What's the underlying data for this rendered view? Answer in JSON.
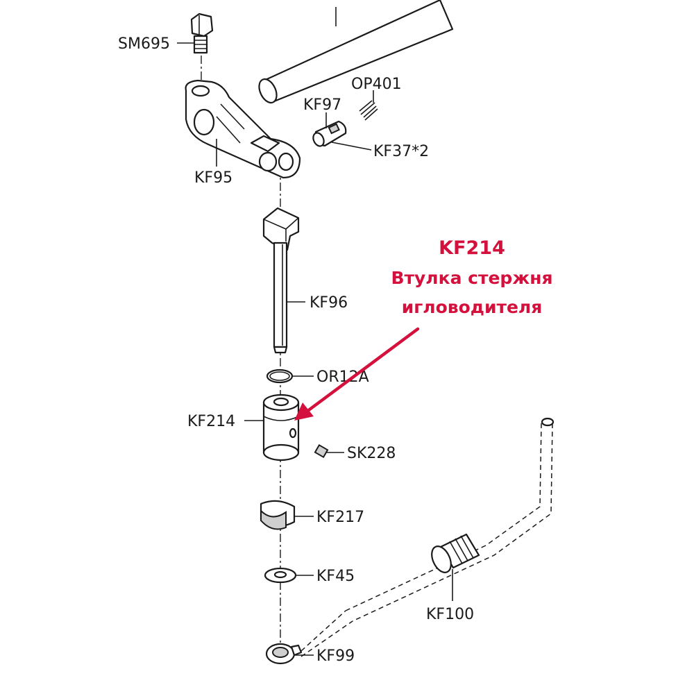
{
  "callout": {
    "code": "KF214",
    "line1": "Втулка стержня",
    "line2": "игловодителя",
    "color": "#d4103c"
  },
  "parts": [
    {
      "id": "sm695",
      "label": "SM695"
    },
    {
      "id": "op401",
      "label": "OP401"
    },
    {
      "id": "kf97",
      "label": "KF97"
    },
    {
      "id": "kf37",
      "label": "KF37*2"
    },
    {
      "id": "kf95",
      "label": "KF95"
    },
    {
      "id": "kf96",
      "label": "KF96"
    },
    {
      "id": "or12a",
      "label": "OR12A"
    },
    {
      "id": "kf214",
      "label": "KF214"
    },
    {
      "id": "sk228",
      "label": "SK228"
    },
    {
      "id": "kf217",
      "label": "KF217"
    },
    {
      "id": "kf45",
      "label": "KF45"
    },
    {
      "id": "kf100",
      "label": "KF100"
    },
    {
      "id": "kf99",
      "label": "KF99"
    }
  ]
}
